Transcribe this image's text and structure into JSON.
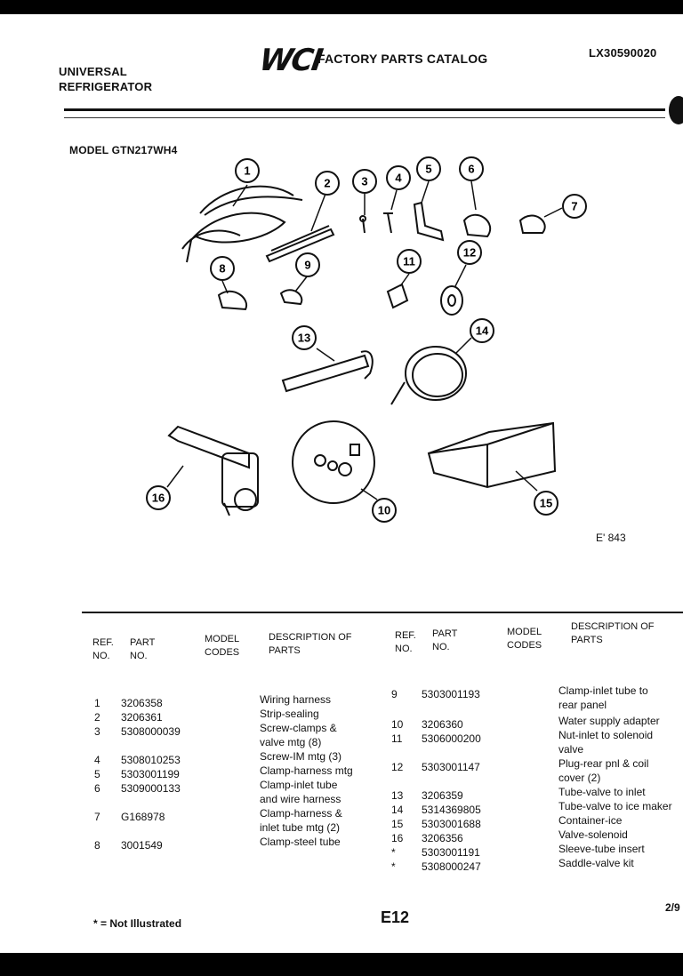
{
  "header": {
    "brand_line1": "UNIVERSAL",
    "brand_line2": "REFRIGERATOR",
    "logo": "WCI",
    "catalog_title": "FACTORY PARTS CATALOG",
    "catalog_code": "LX30590020",
    "model": "MODEL GTN217WH4"
  },
  "figure": {
    "label": "E' 843",
    "callouts": [
      "1",
      "2",
      "3",
      "4",
      "5",
      "6",
      "7",
      "8",
      "9",
      "11",
      "12",
      "13",
      "14",
      "16",
      "10",
      "15"
    ]
  },
  "table": {
    "headers": {
      "ref": "REF. NO.",
      "part": "PART NO.",
      "model": "MODEL CODES",
      "desc": "DESCRIPTION OF PARTS"
    },
    "left_rows": [
      {
        "ref": "1",
        "part": "3206358",
        "desc": "Wiring harness"
      },
      {
        "ref": "2",
        "part": "3206361",
        "desc": "Strip-sealing"
      },
      {
        "ref": "3",
        "part": "5308000039",
        "desc": "Screw-clamps &"
      },
      {
        "ref": "",
        "part": "",
        "desc": "valve mtg (8)"
      },
      {
        "ref": "4",
        "part": "5308010253",
        "desc": "Screw-IM mtg (3)"
      },
      {
        "ref": "5",
        "part": "5303001199",
        "desc": "Clamp-harness mtg"
      },
      {
        "ref": "6",
        "part": "5309000133",
        "desc": "Clamp-inlet tube"
      },
      {
        "ref": "",
        "part": "",
        "desc": "and wire harness"
      },
      {
        "ref": "7",
        "part": "G168978",
        "desc": "Clamp-harness &"
      },
      {
        "ref": "",
        "part": "",
        "desc": "inlet tube mtg (2)"
      },
      {
        "ref": "8",
        "part": "3001549",
        "desc": "Clamp-steel tube"
      }
    ],
    "right_rows": [
      {
        "ref": "9",
        "part": "5303001193",
        "desc": "Clamp-inlet tube to"
      },
      {
        "ref": "",
        "part": "",
        "desc": "rear panel"
      },
      {
        "ref": "10",
        "part": "3206360",
        "desc": "Water supply adapter"
      },
      {
        "ref": "11",
        "part": "5306000200",
        "desc": "Nut-inlet to solenoid"
      },
      {
        "ref": "",
        "part": "",
        "desc": "valve"
      },
      {
        "ref": "12",
        "part": "5303001147",
        "desc": "Plug-rear pnl & coil"
      },
      {
        "ref": "",
        "part": "",
        "desc": "cover (2)"
      },
      {
        "ref": "13",
        "part": "3206359",
        "desc": "Tube-valve to inlet"
      },
      {
        "ref": "14",
        "part": "5314369805",
        "desc": "Tube-valve to ice maker"
      },
      {
        "ref": "15",
        "part": "5303001688",
        "desc": "Container-ice"
      },
      {
        "ref": "16",
        "part": "3206356",
        "desc": "Valve-solenoid"
      },
      {
        "ref": "*",
        "part": "5303001191",
        "desc": "Sleeve-tube insert"
      },
      {
        "ref": "*",
        "part": "5308000247",
        "desc": "Saddle-valve kit"
      }
    ]
  },
  "footer": {
    "note": "* = Not Illustrated",
    "page": "E12",
    "sheet": "2/9"
  }
}
